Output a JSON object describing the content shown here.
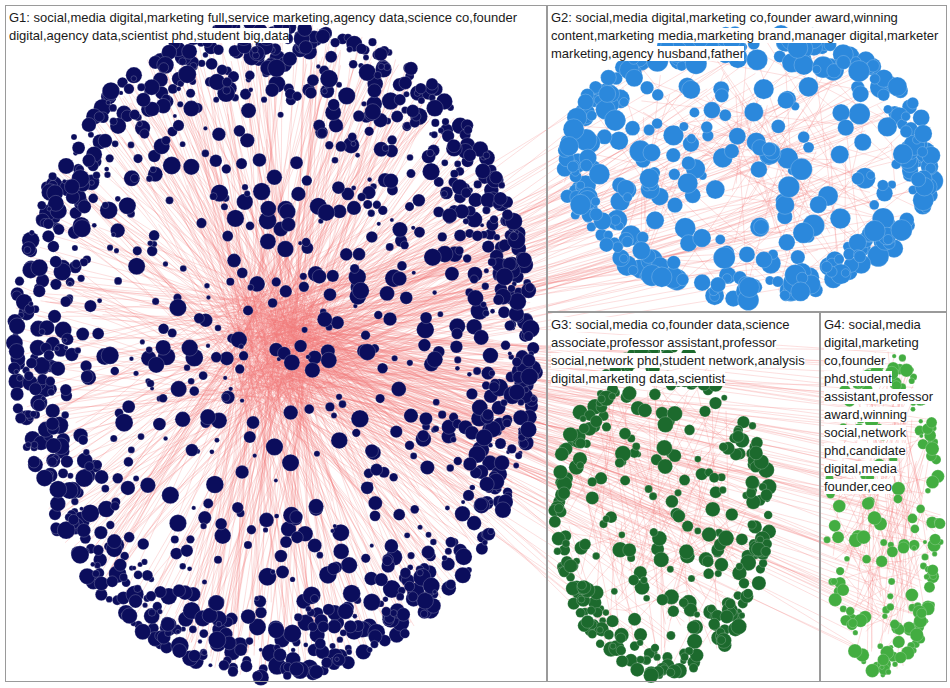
{
  "diagram": {
    "nodes": [
      {
        "text": [
          "G1: social,media digital,marketing full,service marketing,agency data,science co,founder digital,agency data,scientist phd,student big,data"
        ]
      },
      {
        "text": [
          "G2: social,media digital,marketing co,founder award,winning content,marketing media,marketing brand,manager digital,marketer marketing,agency husband,father"
        ]
      },
      {
        "text": [
          "G3: social,media co,founder data,science associate,professor assistant,professor social,network phd,student network,analysis digital,marketing data,scientist"
        ]
      },
      {
        "text": [
          "G4: social,media digital,marketing co,founder phd,student assistant,professor award,winning social,network phd,candidate digital,media founder,ceo"
        ]
      }
    ]
  }
}
